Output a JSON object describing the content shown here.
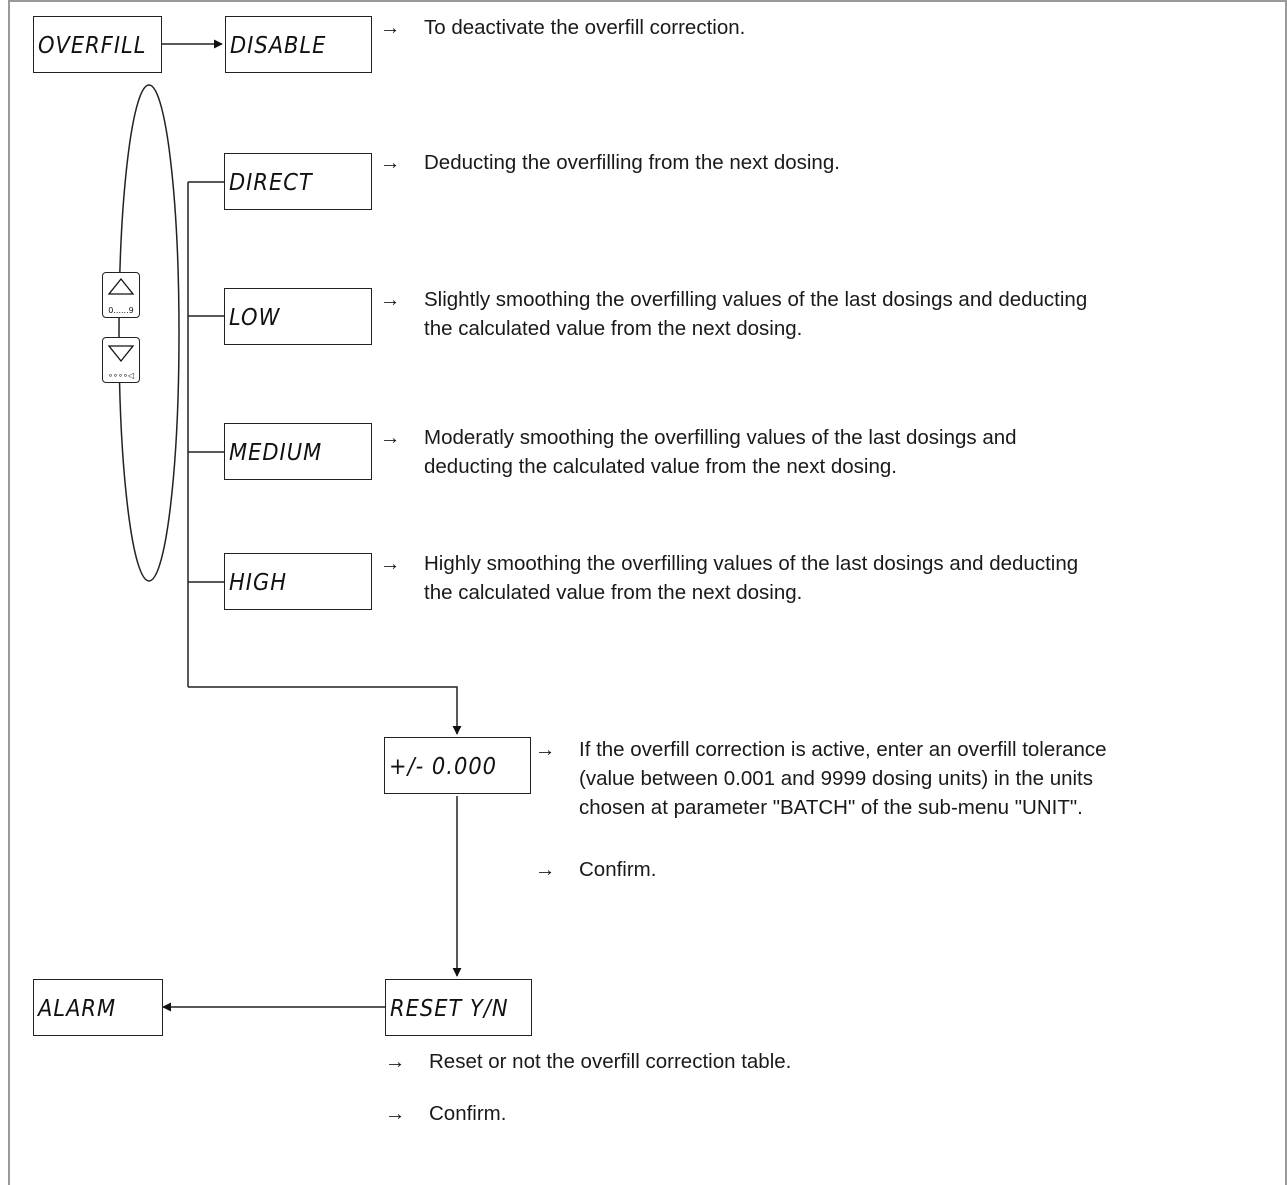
{
  "boxes": {
    "overfill": "OVERFILL",
    "disable": "DISABLE",
    "direct": "DIRECT",
    "low": "LOW",
    "medium": "MEDIUM",
    "high": "HIGH",
    "tolerance": "+/- 0.000",
    "reset": "RESET Y/N",
    "alarm": "ALARM"
  },
  "arrow_glyph": "→",
  "keys": {
    "up": {
      "icon": "up-arrow-icon",
      "caption": "0......9"
    },
    "down": {
      "icon": "down-arrow-icon",
      "caption": "∘∘∘∘◁"
    }
  },
  "notes": {
    "disable": [
      "To deactivate the overfill correction."
    ],
    "direct": [
      "Deducting the overfilling from the next dosing."
    ],
    "low": [
      "Slightly smoothing the overfilling values of the last dosings and deducting",
      "the calculated value from the next dosing."
    ],
    "medium": [
      "Moderatly smoothing the overfilling values of the last dosings and",
      "deducting the calculated value from the next dosing."
    ],
    "high": [
      "Highly smoothing the overfilling values of the last dosings and deducting",
      "the calculated value from the next dosing."
    ],
    "tolerance": [
      "If the overfill correction is active, enter an overfill tolerance",
      "(value between 0.001 and 9999 dosing units) in the units",
      "chosen at parameter \"BATCH\" of the sub-menu \"UNIT\"."
    ],
    "confirm1": [
      "Confirm."
    ],
    "reset": [
      "Reset or not the overfill correction table."
    ],
    "confirm2": [
      "Confirm."
    ]
  }
}
